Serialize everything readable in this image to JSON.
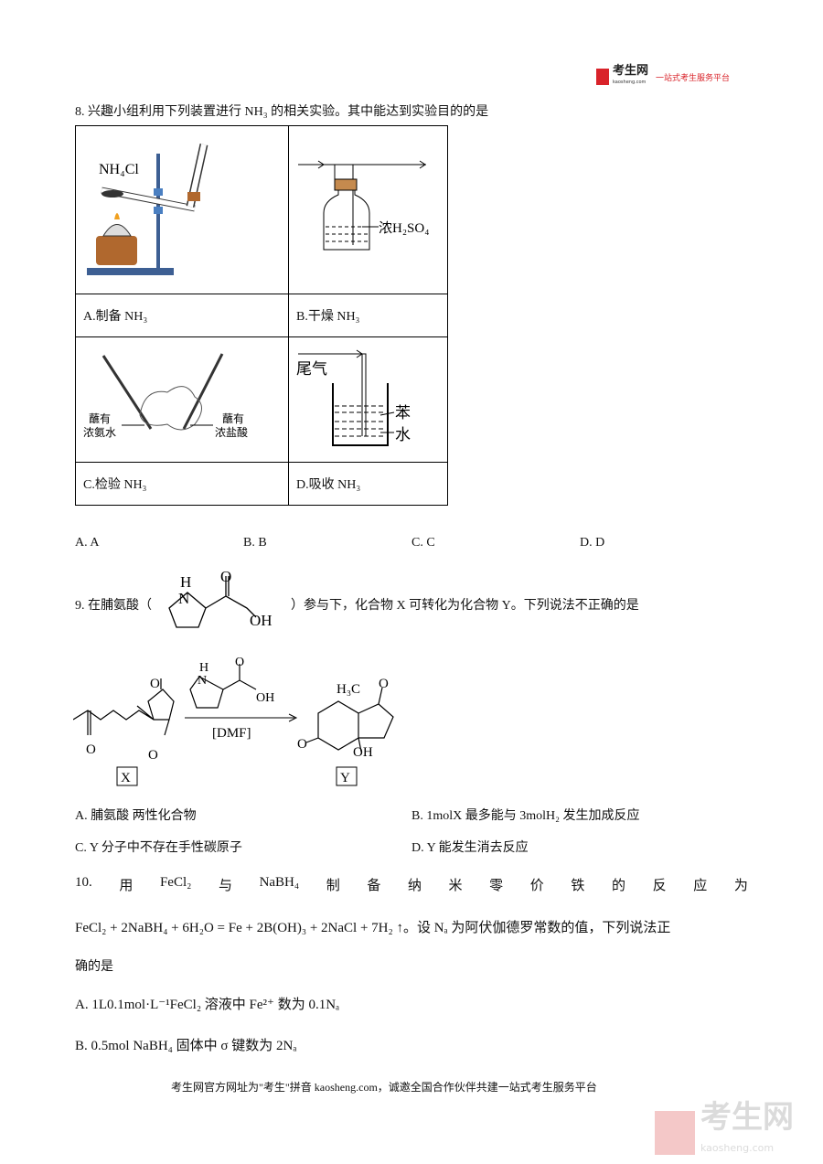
{
  "header": {
    "logo_name": "考生网",
    "logo_domain": "kaosheng.com",
    "slogan": "一站式考生服务平台"
  },
  "q8": {
    "stem": "8. 兴趣小组利用下列装置进行 NH₃ 的相关实验。其中能达到实验目的的是",
    "cells": [
      {
        "label": "A.制备 NH₃",
        "fig_text": "NH₄Cl"
      },
      {
        "label": "B.干燥 NH₃",
        "fig_text": "浓H₂SO₄"
      },
      {
        "label": "C.检验 NH₃",
        "fig_left": [
          "蘸有",
          "浓氨水"
        ],
        "fig_right": [
          "蘸有",
          "浓盐酸"
        ]
      },
      {
        "label": "D.吸收 NH₃",
        "fig_gas": "尾气",
        "fig_top": "苯",
        "fig_bottom": "水"
      }
    ],
    "options": [
      "A. A",
      "B. B",
      "C. C",
      "D. D"
    ]
  },
  "q9": {
    "stem_prefix": "9. 在脯氨酸（",
    "stem_suffix": "）参与下，化合物 X 可转化为化合物 Y。下列说法不正确的是",
    "proline_labels": {
      "H": "H",
      "N": "N",
      "O": "O",
      "OH": "OH"
    },
    "scheme": {
      "condition": "[DMF]",
      "X": "X",
      "Y": "Y",
      "H3C": "H₃C",
      "O": "O",
      "OH": "OH"
    },
    "options": [
      "A. 脯氨酸   两性化合物",
      "B. 1molX 最多能与 3molH₂ 发生加成反应",
      "C. Y 分子中不存在手性碳原子",
      "D. Y 能发生消去反应"
    ]
  },
  "q10": {
    "line1": [
      "10.",
      "用",
      "FeCl₂",
      "与",
      "NaBH₄",
      "制",
      "备",
      "纳",
      "米",
      "零",
      "价",
      "铁",
      "的",
      "反",
      "应",
      "为"
    ],
    "equation": "FeCl₂ + 2NaBH₄ + 6H₂O = Fe + 2B(OH)₃ + 2NaCl + 7H₂ ↑。设 Nₐ 为阿伏伽德罗常数的值，下列说法正",
    "line3": "确的是",
    "optA": "A.  1L0.1mol·L⁻¹FeCl₂ 溶液中 Fe²⁺ 数为 0.1Nₐ",
    "optB": "B.  0.5mol NaBH₄ 固体中 σ 键数为 2Nₐ"
  },
  "footer": "考生网官方网址为\"考生\"拼音 kaosheng.com，诚邀全国合作伙伴共建一站式考生服务平台",
  "watermark": {
    "name": "考生网",
    "domain": "kaosheng.com"
  }
}
